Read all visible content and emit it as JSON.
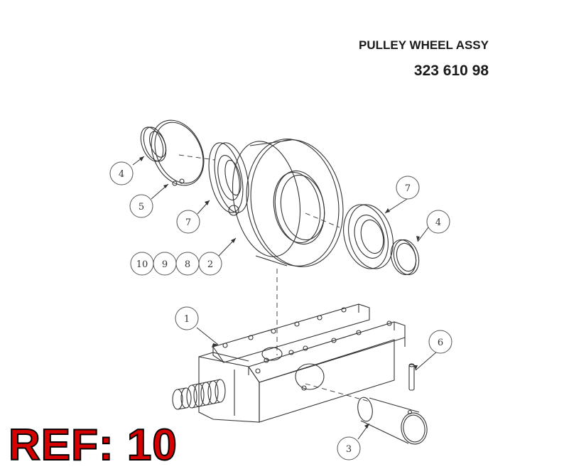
{
  "header": {
    "title": "PULLEY WHEEL ASSY",
    "part_number": "323 610 98"
  },
  "callouts": [
    "4",
    "5",
    "7",
    "10",
    "9",
    "8",
    "2",
    "7",
    "4",
    "1",
    "6",
    "3"
  ],
  "footer": {
    "ref_label": "REF: 10",
    "ref_color": "#d60000"
  }
}
